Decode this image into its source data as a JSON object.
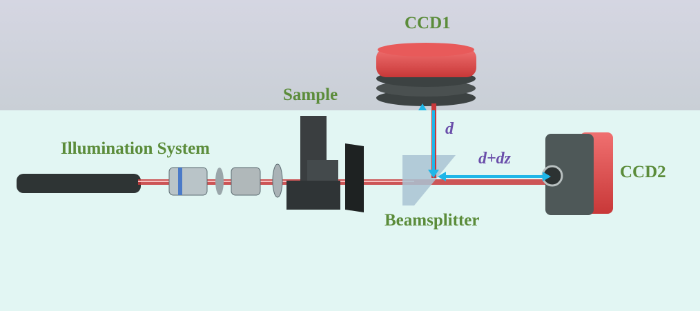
{
  "labels": {
    "ccd1": "CCD1",
    "ccd2": "CCD2",
    "sample": "Sample",
    "illumination": "Illumination System",
    "beamsplitter": "Beamsplitter",
    "distance_ccd1": "d",
    "distance_ccd2": "d+dz"
  },
  "colors": {
    "label_green": "#5b8c3a",
    "distance_purple": "#6a4eaa",
    "beam_red": "#c8383a",
    "arrow_blue": "#1fb6e8",
    "camera_red": "#e04848"
  }
}
